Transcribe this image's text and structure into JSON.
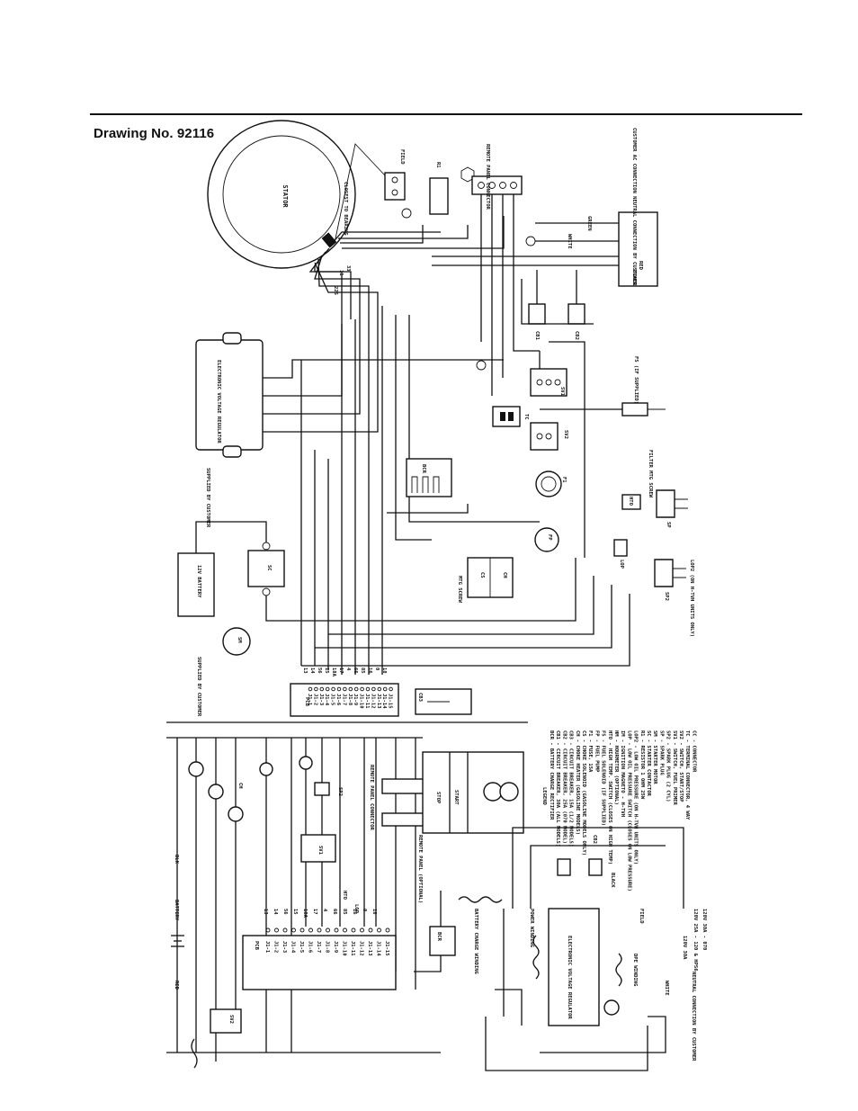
{
  "header": {
    "drawing_number": "Drawing No. 92116"
  },
  "labels": {
    "stator": "STATOR",
    "closest_to_bearing": "CLOSEST TO BEARING",
    "field": "FIELD",
    "r1": "R1",
    "remote_panel_connector": "REMOTE PANEL CONNECTOR",
    "customer_ac_connection": "CUSTOMER AC CONNECTION NEUTRAL CONNECTION BY CUSTOMER",
    "evr": "ELECTRONIC VOLTAGE REGULATOR",
    "supplied_by_customer": "SUPPLIED BY CUSTOMER",
    "battery": "12V BATTERY",
    "supplied_by_customer_2": "SUPPLIED BY CUSTOMER",
    "sc": "SC",
    "sm": "SM",
    "bcr": "BCR",
    "pcb": "PCB",
    "cb3": "CB3",
    "cs": "CS",
    "ch": "CH",
    "fp": "FP",
    "f1": "F1",
    "sv1": "SV1",
    "sv2": "SV2",
    "tc": "TC",
    "fs_if_supplied": "FS (IF SUPPLIED)",
    "filter_htg_screw": "FILTER MTG SCREW",
    "mtg_screw": "MTG SCREW",
    "lop": "LOP",
    "hto": "HTO",
    "sp": "SP",
    "sp2": "SP2",
    "lop2_units": "LOP2 (ON H-TVH UNITS ONLY)",
    "cb1": "CB1",
    "cb2": "CB2",
    "red": "RED",
    "black": "BLACK",
    "white": "WHITE",
    "green": "GREEN",
    "legend": "LEGEND",
    "remote_panel_optional": "REMOTE PANEL (OPTIONAL)",
    "stop": "STOP",
    "start": "START",
    "battery_charge_winding": "BATTERY CHARGE WINDING",
    "power winding": "POWER WINDING",
    "ele_voltage_regulator": "ELECTRONIC VOLTAGE REGULATOR",
    "dpe_winding": "DPE WINDING",
    "field_2": "FIELD",
    "neutral_connection": "NEUTRAL CONNECTION BY CUSTOMER",
    "rating_1": "120V 30A",
    "rating_2": "120V 25A - 120 & HPS6",
    "rating_3": "120V 30A - 070",
    "battery_2": "BATTERY",
    "blk": "BLK",
    "red_2": "RED",
    "pcb_2": "PCB",
    "sv2_b": "SV2",
    "bcr_2": "BCR"
  },
  "legend_items": [
    "BCR - BATTERY CHARGE RECTIFIER",
    "CB1 - CIRCUIT BREAKER, 30A (ALL MODELS)",
    "CB2 - CIRCUIT BREAKER, 25A (070 MODEL)",
    "CB3 - CIRCUIT BREAKER, 15A (1/2 MODELS)",
    "CH - CHOKE HEATER (GASOLINE MODELS)",
    "CS - CHOKE SOLENOID (GASOLINE MODELS ONLY)",
    "F1 - FUSE, 15A",
    "FP - FUEL PUMP",
    "FS - FUEL SOLENOID (IF SUPPLIED)",
    "HTO - HIGH TEMP. SWITCH (CLOSES ON HIGH TEMP)",
    "HM - HOURMETER (OPTIONAL)",
    "IM - IGNITION MAGNETO - H-TVH",
    "LOP - LOW OIL PRESSURE SWITCH (CLOSES ON LOW PRESSURE)",
    "LOP2 - LOW OIL PRESSURE (ON H-TVH UNITS ONLY)",
    "R1 - RESISTOR 1 OHM 25W",
    "SC - STARTER CONTACTOR",
    "SM - STARTER MOTOR",
    "SP - SPARK PLUG",
    "SP2 - SPARK PLUG (2 CYL)",
    "SV1 - SWITCH, FUEL PRIMER",
    "SV2 - SWITCH, START/STOP",
    "TC - TERMINAL CONNECTOR, 4 WAY",
    "CC - CONNECTOR"
  ],
  "pcb_pins": [
    "J1-1",
    "J1-2",
    "J1-3",
    "J1-4",
    "J1-5",
    "J1-6",
    "J1-7",
    "J1-8",
    "J1-9",
    "J1-10",
    "J1-11",
    "J1-12",
    "J1-13",
    "J1-14",
    "J1-15"
  ],
  "pcb_wires": [
    "13",
    "14",
    "56",
    "15",
    "18A",
    "17",
    "4",
    "66",
    "85",
    "16",
    "0",
    "18"
  ],
  "stator_leads": [
    "22S",
    "11",
    "33",
    "55",
    "77",
    "66",
    "44",
    "2P",
    "0",
    "4"
  ]
}
